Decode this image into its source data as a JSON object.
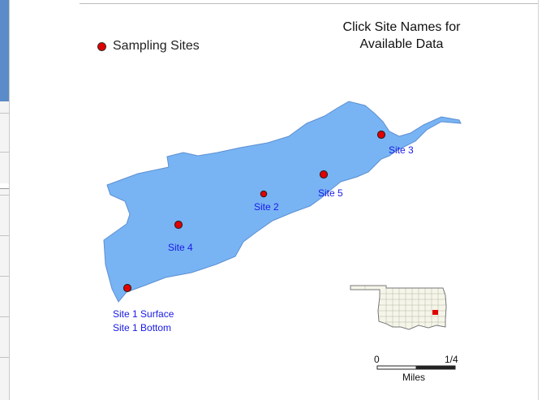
{
  "legend": {
    "label": "Sampling Sites",
    "marker_color": "#e00000"
  },
  "instruction": {
    "line1": "Click Site Names for",
    "line2": "Available Data"
  },
  "colors": {
    "water": "#78b4f4",
    "water_outline": "#5d8fd1",
    "site_marker": "#e00000",
    "link": "#1919e6",
    "inset_highlight": "#e00000"
  },
  "sites": [
    {
      "id": "site-3",
      "name": "Site 3"
    },
    {
      "id": "site-5",
      "name": "Site 5"
    },
    {
      "id": "site-2",
      "name": "Site 2"
    },
    {
      "id": "site-4",
      "name": "Site 4"
    },
    {
      "id": "site-1-surface",
      "name": "Site 1 Surface"
    },
    {
      "id": "site-1-bottom",
      "name": "Site 1 Bottom"
    }
  ],
  "inset_map": {
    "region": "Oklahoma counties",
    "highlight": "reservoir location"
  },
  "scale_bar": {
    "start": "0",
    "end": "1/4",
    "unit": "Miles"
  }
}
